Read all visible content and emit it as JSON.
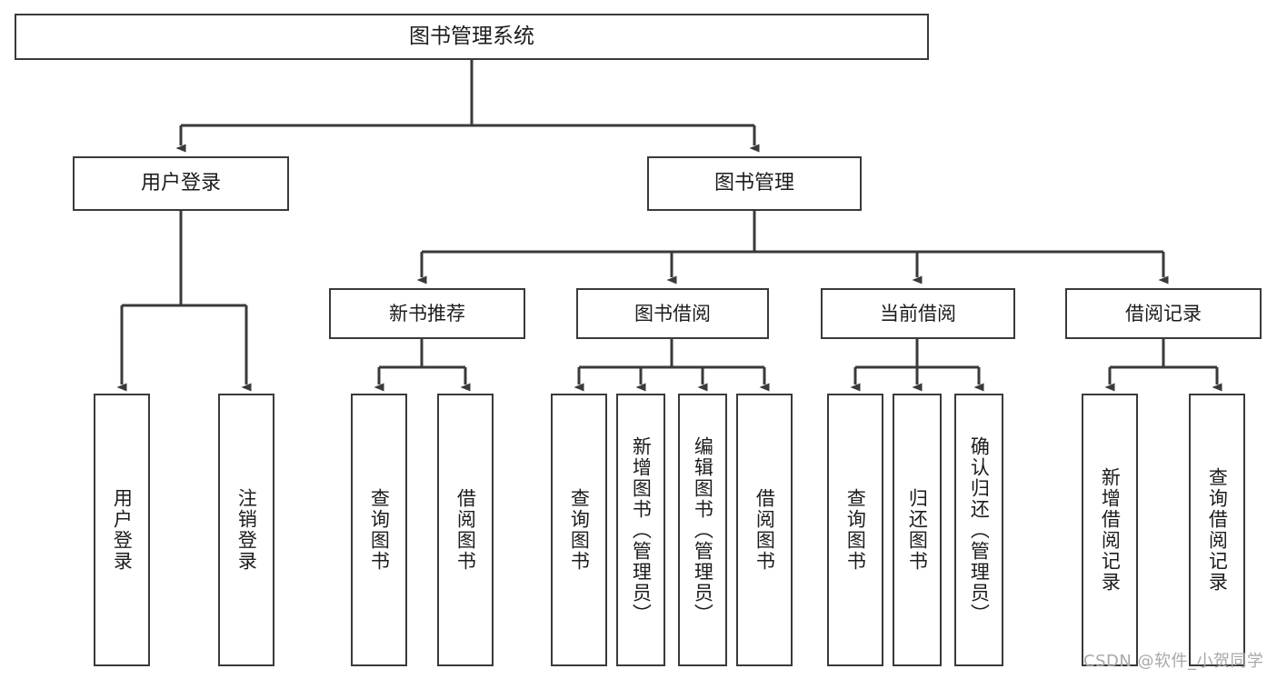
{
  "diagram": {
    "title": "图书管理系统",
    "type": "tree",
    "root": {
      "label": "图书管理系统"
    },
    "level1": [
      {
        "label": "用户登录"
      },
      {
        "label": "图书管理"
      }
    ],
    "level2": [
      {
        "label": "新书推荐"
      },
      {
        "label": "图书借阅"
      },
      {
        "label": "当前借阅"
      },
      {
        "label": "借阅记录"
      }
    ],
    "leaves": {
      "user_login": [
        {
          "label": "用户登录"
        },
        {
          "label": "注销登录"
        }
      ],
      "new_book_recommend": [
        {
          "label": "查询图书"
        },
        {
          "label": "借阅图书"
        }
      ],
      "book_borrow": [
        {
          "label": "查询图书"
        },
        {
          "label": "新增图书（管理员）"
        },
        {
          "label": "编辑图书（管理员）"
        },
        {
          "label": "借阅图书"
        }
      ],
      "current_borrow": [
        {
          "label": "查询图书"
        },
        {
          "label": "归还图书"
        },
        {
          "label": "确认归还（管理员）"
        }
      ],
      "borrow_record": [
        {
          "label": "新增借阅记录"
        },
        {
          "label": "查询借阅记录"
        }
      ]
    }
  },
  "watermark": {
    "text": "CSDN @软件_小贺同学"
  },
  "colors": {
    "stroke": "#3a3a3a",
    "text": "#1c1c1c",
    "background": "#ffffff",
    "watermark": "#a8a8a8"
  }
}
